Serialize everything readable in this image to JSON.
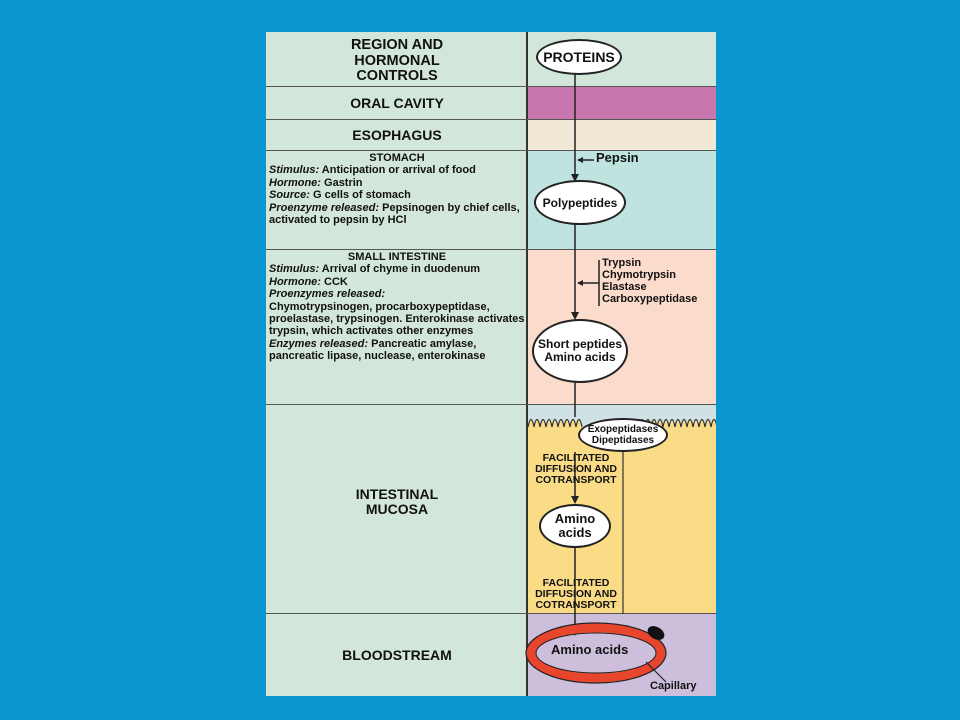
{
  "region_header": {
    "line1": "REGION AND",
    "line2": "HORMONAL",
    "line3": "CONTROLS"
  },
  "rows": {
    "oral": "ORAL CAVITY",
    "esophagus": "ESOPHAGUS",
    "stomach": {
      "title": "STOMACH",
      "stimulus_label": "Stimulus:",
      "stimulus": "Anticipation or arrival of food",
      "hormone_label": "Hormone:",
      "hormone": "Gastrin",
      "source_label": "Source:",
      "source": "G cells of stomach",
      "proenzyme_label": "Proenzyme released:",
      "proenzyme": "Pepsinogen by chief cells, activated to pepsin by HCl"
    },
    "small_intestine": {
      "title": "SMALL INTESTINE",
      "stimulus_label": "Stimulus:",
      "stimulus": "Arrival of chyme in duodenum",
      "hormone_label": "Hormone:",
      "hormone": "CCK",
      "proenzymes_label": "Proenzymes released:",
      "proenzymes": "Chymotrypsinogen, procarboxypeptidase, proelastase, trypsinogen. Enterokinase activates trypsin, which activates other enzymes",
      "enzymes_label": "Enzymes released:",
      "enzymes": "Pancreatic amylase, pancreatic lipase, nuclease, enterokinase"
    },
    "mucosa": {
      "line1": "INTESTINAL",
      "line2": "MUCOSA"
    },
    "bloodstream": "BLOODSTREAM"
  },
  "flow": {
    "proteins": "PROTEINS",
    "pepsin": "Pepsin",
    "polypeptides": "Polypeptides",
    "si_enzymes": [
      "Trypsin",
      "Chymotrypsin",
      "Elastase",
      "Carboxypeptidase"
    ],
    "short_peptides": "Short peptides",
    "amino_acids_1": "Amino acids",
    "brush_enzymes": [
      "Exopeptidases",
      "Dipeptidases"
    ],
    "transport_1": [
      "FACILITATED",
      "DIFFUSION AND",
      "COTRANSPORT"
    ],
    "amino_2": [
      "Amino",
      "acids"
    ],
    "transport_2": [
      "FACILITATED",
      "DIFFUSION AND",
      "COTRANSPORT"
    ],
    "blood_amino": "Amino acids",
    "capillary": "Capillary"
  },
  "colors": {
    "background": "#0a96cf",
    "left_column": "#d3e6da",
    "oral_cavity": "#c777ad",
    "esophagus": "#f1e9d6",
    "stomach": "#bfe3df",
    "small_intestine": "#fbdbcb",
    "mucosa": "#fbdc86",
    "bloodstream": "#cdbfdc",
    "capillary": "#e8452d"
  }
}
